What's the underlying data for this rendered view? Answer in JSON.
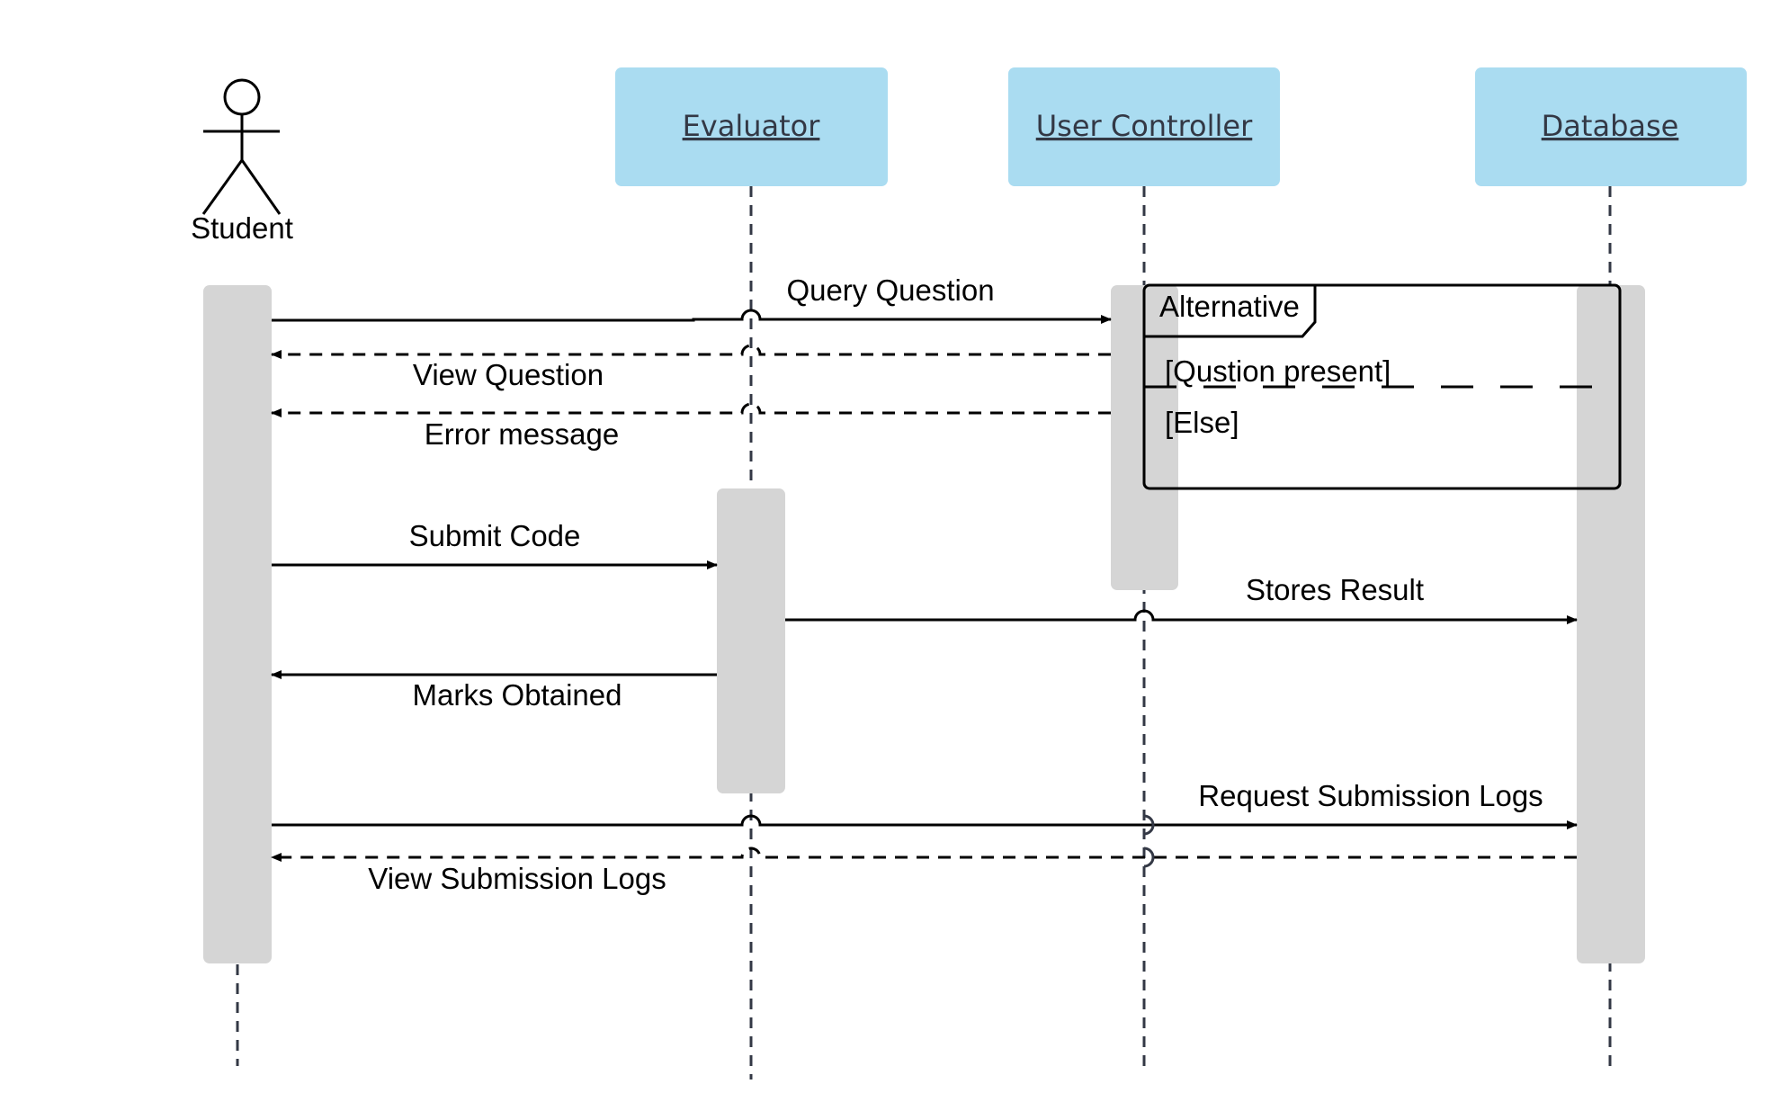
{
  "actor": {
    "name": "Student"
  },
  "objects": [
    {
      "name": "Evaluator"
    },
    {
      "name": "User Controller"
    },
    {
      "name": "Database"
    }
  ],
  "fragment": {
    "title": "Alternative",
    "guard_1": "[Qustion present]",
    "guard_2": "[Else]"
  },
  "messages": [
    {
      "text": "Query Question",
      "from": "Student",
      "to": "User Controller",
      "style": "sync"
    },
    {
      "text": "View Question",
      "from": "User Controller",
      "to": "Student",
      "style": "return"
    },
    {
      "text": "Error message",
      "from": "User Controller",
      "to": "Student",
      "style": "return"
    },
    {
      "text": "Submit Code",
      "from": "Student",
      "to": "Evaluator",
      "style": "sync"
    },
    {
      "text": "Stores Result",
      "from": "Evaluator",
      "to": "Database",
      "style": "sync"
    },
    {
      "text": "Marks Obtained",
      "from": "Evaluator",
      "to": "Student",
      "style": "sync"
    },
    {
      "text": "Request Submission Logs",
      "from": "Student",
      "to": "Database",
      "style": "sync"
    },
    {
      "text": "View Submission Logs",
      "from": "Database",
      "to": "Student",
      "style": "return"
    }
  ],
  "colors": {
    "object_fill": "#aadcf1",
    "object_text": "#333845",
    "activation": "#d5d5d5",
    "lifeline": "#333845",
    "line": "#000000"
  }
}
